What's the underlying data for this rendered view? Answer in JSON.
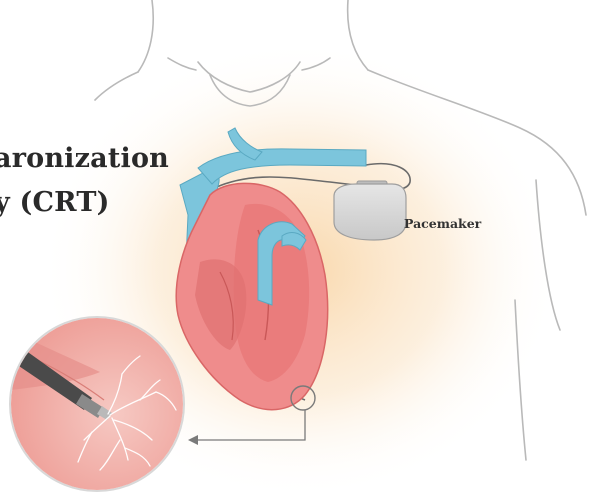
{
  "title": {
    "line1": "aronization",
    "line2": "y (CRT)"
  },
  "labels": {
    "pacemaker": "Pacemaker"
  },
  "colors": {
    "outline": "#b9b9b9",
    "glow": "#f9d6a8",
    "heart": "#ef8c8c",
    "heart_dark": "#d96666",
    "vessel_blue": "#7cc5dc",
    "pacemaker_body": "#d8d8d8",
    "text": "#2a2a2a"
  },
  "icons": {
    "pacemaker": "pacemaker-device-icon",
    "magnifier": "magnified-view-icon"
  }
}
